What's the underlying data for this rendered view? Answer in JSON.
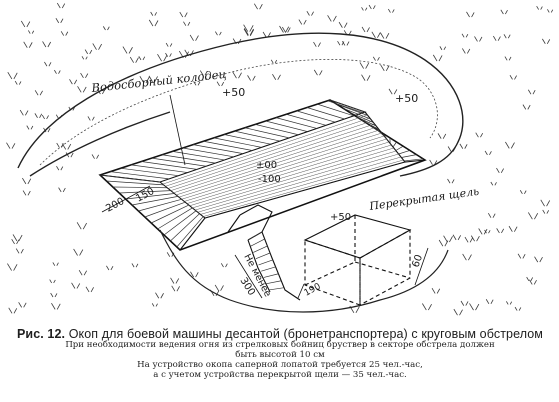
{
  "labels": {
    "well": "Водосборный колодец",
    "slit": "Перекрытая щель",
    "rim_left": "+50",
    "rim_right": "+50",
    "slit_top": "+50",
    "floor_00": "±00",
    "floor_100": "-100",
    "dim_200": "200",
    "dim_150": "150",
    "dim_60": "60",
    "dim_300": "300",
    "dim_190": "190",
    "side_note": "Не менее"
  },
  "caption": {
    "fig_num": "Рис. 12.",
    "title": "Окоп для боевой машины десантой (бронетранспортера) с круговым обстрелом",
    "line1": "При необходимости ведения огня из стрелковых бойниц бруствер в секторе обстрела должен",
    "line2": "быть высотой 10 см",
    "line3": "На устройство окопа саперной лопатой требуется 25 чел.-час,",
    "line4": "а с учетом устройства перекрытой щели — 35 чел.-час."
  },
  "colors": {
    "ink": "#1e1e1e",
    "paper": "#ffffff"
  }
}
